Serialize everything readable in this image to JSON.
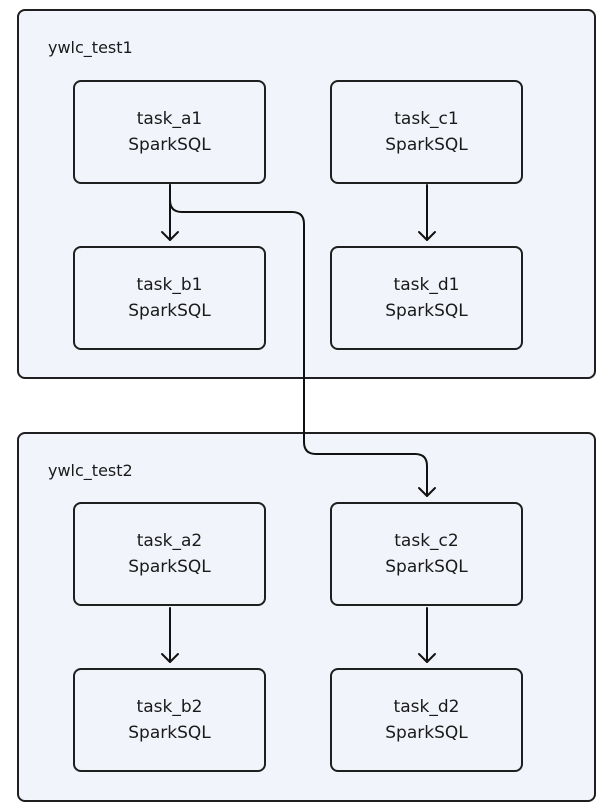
{
  "groups": [
    {
      "title": "ywlc_test1",
      "tasks": {
        "a": {
          "name": "task_a1",
          "type": "SparkSQL"
        },
        "b": {
          "name": "task_b1",
          "type": "SparkSQL"
        },
        "c": {
          "name": "task_c1",
          "type": "SparkSQL"
        },
        "d": {
          "name": "task_d1",
          "type": "SparkSQL"
        }
      }
    },
    {
      "title": "ywlc_test2",
      "tasks": {
        "a": {
          "name": "task_a2",
          "type": "SparkSQL"
        },
        "b": {
          "name": "task_b2",
          "type": "SparkSQL"
        },
        "c": {
          "name": "task_c2",
          "type": "SparkSQL"
        },
        "d": {
          "name": "task_d2",
          "type": "SparkSQL"
        }
      }
    }
  ],
  "edges": [
    {
      "from": "task_a1",
      "to": "task_b1"
    },
    {
      "from": "task_c1",
      "to": "task_d1"
    },
    {
      "from": "task_a1",
      "to": "task_c2"
    },
    {
      "from": "task_a2",
      "to": "task_b2"
    },
    {
      "from": "task_c2",
      "to": "task_d2"
    }
  ]
}
